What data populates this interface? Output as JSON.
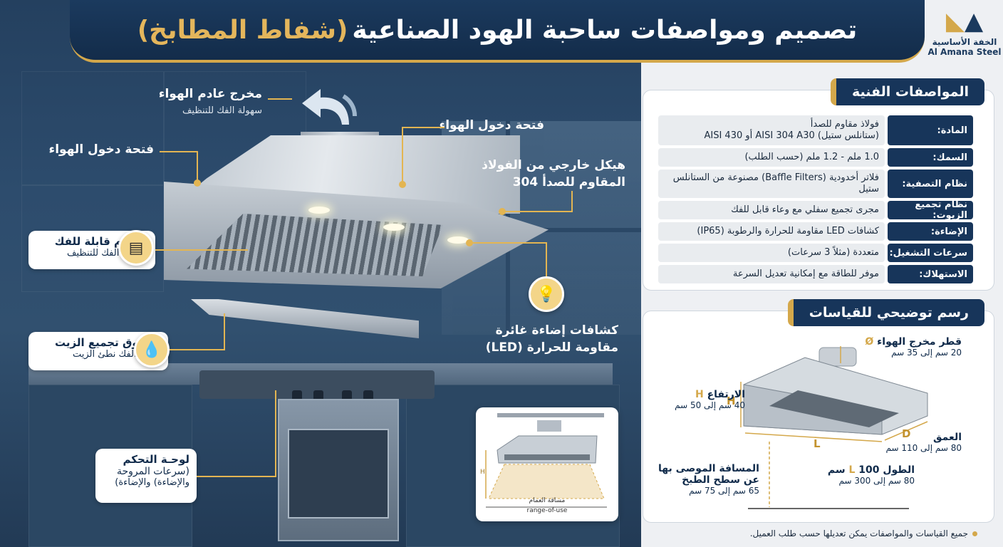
{
  "title": {
    "main": "تصميم ومواصفات ساحبة الهود الصناعية",
    "highlight": "(شفاط المطابخ)"
  },
  "logo": {
    "icon": "a-letter-logo-icon",
    "ar": "الخفة الأساسية",
    "en": "Al Amana Steel"
  },
  "scene": {
    "exhaust_outlet": {
      "title": "مخرج عادم الهواء",
      "sub": "سهولة الفك للتنظيف"
    },
    "air_inlet_left": {
      "title": "فتحة دخول الهواء"
    },
    "air_inlet_top": {
      "title": "فتحة دخول الهواء"
    },
    "body": {
      "title_1": "هيكل خارجي من الفولاذ",
      "title_2": "المقاوم للصدأ 304"
    },
    "filters": {
      "title": "شحوم قابلة للفك",
      "sub": "سهولة الفك للتنظيف",
      "icon": "filter-icon"
    },
    "oil_box": {
      "title": "صندوق تجميع الزيت",
      "sub": "سعتر الفك نطئ الزيت",
      "icon": "oil-drop-icon"
    },
    "lights": {
      "title_1": "كشافات إضاءة غائرة",
      "title_2": "مقاومة للحرارة (LED)",
      "icon": "light-bulb-icon"
    },
    "control": {
      "title": "لوحـة التحكم",
      "line_2": "(سرعات المروحة",
      "line_3": "والإضاءة) والإضاءة)"
    },
    "inset": {
      "h_label": "H",
      "caption_ar": "مساقة العمام",
      "caption_en": "range-of-use"
    }
  },
  "specs": {
    "section_title": "المواصفات الفنية",
    "rows": [
      {
        "label": "المادة:",
        "value_1": "فولاذ مقاوم للصدأ",
        "value_2": "(ستانلس ستيل) AISI 304 A30  أو AISI 430"
      },
      {
        "label": "السمك:",
        "value_1": "1.0 ملم - 1.2 ملم (حسب الطلب)",
        "value_2": ""
      },
      {
        "label": "نظام التصفية:",
        "value_1": "فلاتر أخدودية (Baffle Filters) مصنوعة من الستانلس",
        "value_2": "ستيل"
      },
      {
        "label": "نظام تجميع الزيوت:",
        "value_1": "مجرى تجميع سفلي مع وعاء قابل للفك",
        "value_2": ""
      },
      {
        "label": "الإضاءة:",
        "value_1": "كشافات LED مقاومة للحرارة والرطوبة (IP65)",
        "value_2": ""
      },
      {
        "label": "سرعات التشغيل:",
        "value_1": "متعددة (مثلاً 3 سرعات)",
        "value_2": ""
      },
      {
        "label": "الاستهلاك:",
        "value_1": "موفر للطاقة مع إمكانية تعديل السرعة",
        "value_2": ""
      }
    ]
  },
  "dimensions": {
    "section_title": "رسم توضيحي للقياسات",
    "outlet": {
      "key": "Ø",
      "title": "قطر مخرج الهواء",
      "sub": "20 سم إلى 35 سم"
    },
    "height": {
      "key": "H",
      "title": "الارتفاع",
      "sub": "40 سم إلى 50 سم"
    },
    "depth": {
      "key": "D",
      "title": "العمق",
      "sub": "80 سم إلى 110 سم"
    },
    "length": {
      "key": "L",
      "title": "الطول",
      "value": "100 سم",
      "sub": "80 سم إلى 300 سم"
    },
    "distance": {
      "title_1": "المسافة الموصى بها",
      "title_2": "عن سطح الطبخ",
      "sub": "65 سم إلى 75 سم"
    },
    "label_h": "H",
    "label_d": "D",
    "label_l": "L"
  },
  "footnote": "جميع القياسات والمواصفات يمكن تعديلها حسب طلب العميل.",
  "colors": {
    "navy": "#17355a",
    "gold": "#d4a84b",
    "steel": "#c5ccd3"
  }
}
